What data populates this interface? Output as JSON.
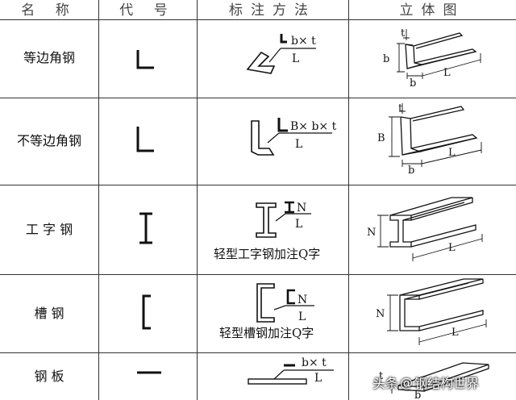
{
  "table": {
    "headers": {
      "name": "名 称",
      "code": "代 号",
      "notation": "标注方法",
      "view": "立体图"
    },
    "rows": [
      {
        "name": "等边角钢",
        "notation": {
          "main": "b× t",
          "sub": "L"
        },
        "dims": {
          "t": "t",
          "h": "b",
          "w": "b",
          "len": "L"
        }
      },
      {
        "name": "不等边角钢",
        "notation": {
          "main": "B× b× t",
          "sub": "L"
        },
        "dims": {
          "t": "t",
          "h": "B",
          "w": "b",
          "len": "L"
        }
      },
      {
        "name": "工 字 钢",
        "notation": {
          "main": "N",
          "sub": "L",
          "note": "轻型工字钢加注Q字"
        },
        "dims": {
          "h": "N",
          "len": "L"
        }
      },
      {
        "name": "槽 钢",
        "notation": {
          "main": "N",
          "sub": "L",
          "note": "轻型槽钢加注Q字"
        },
        "dims": {
          "h": "N",
          "len": "L"
        }
      },
      {
        "name": "钢 板",
        "notation": {
          "main": "b× t",
          "sub": "L"
        },
        "dims": {
          "t": "t",
          "w": "b"
        }
      }
    ]
  },
  "watermark": {
    "prefix": "头条",
    "at": "@",
    "account": "钢结构世界"
  }
}
